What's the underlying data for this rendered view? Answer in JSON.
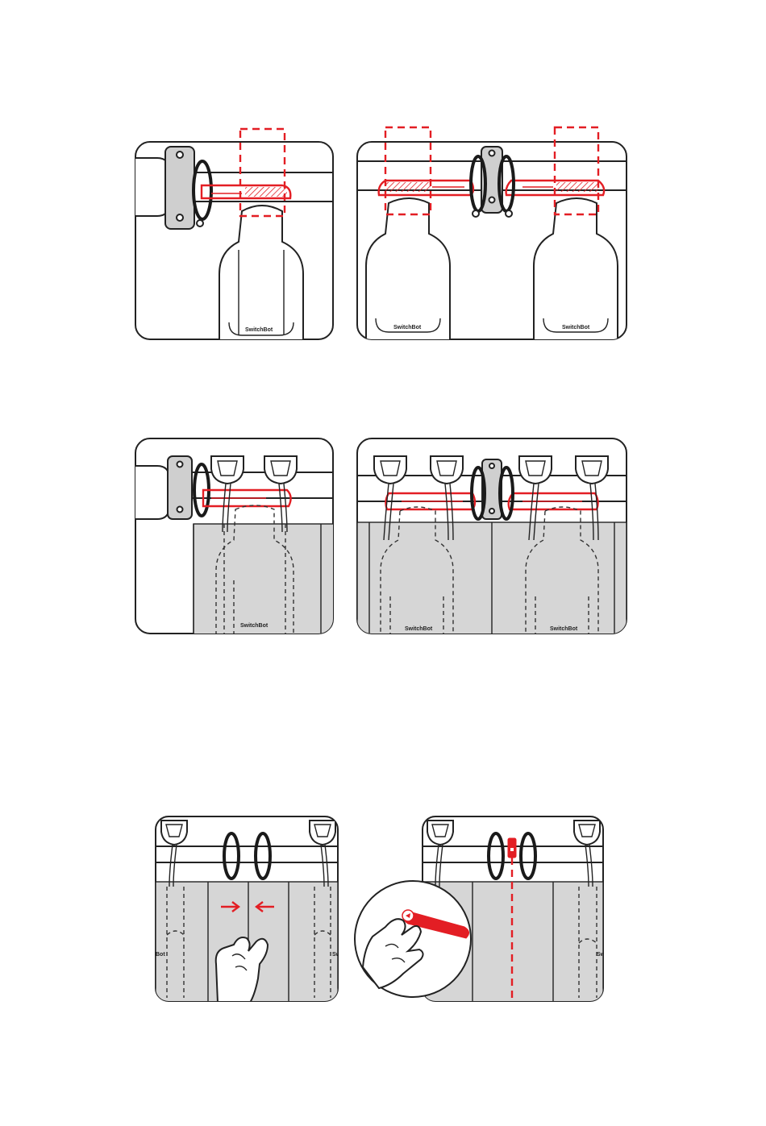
{
  "labels": {
    "brand": "SwitchBot",
    "brand_fragment_left": "Bot",
    "brand_fragment_right": "Sw"
  },
  "colors": {
    "accent_red": "#e31e24",
    "curtain_grey": "#d6d6d6",
    "line": "#222222"
  },
  "panels": [
    {
      "id": "single-rod-install",
      "icon": "rod-with-switchbot-single"
    },
    {
      "id": "double-rod-install",
      "icon": "rod-with-switchbot-pair"
    },
    {
      "id": "single-hook-curtain",
      "icon": "hooks-with-curtain-single"
    },
    {
      "id": "double-hook-curtain",
      "icon": "hooks-with-curtain-pair"
    },
    {
      "id": "close-curtain-gap",
      "icon": "hand-pushing-curtains-together"
    },
    {
      "id": "adhesive-magnet-strip",
      "icon": "hand-applying-strip"
    }
  ]
}
